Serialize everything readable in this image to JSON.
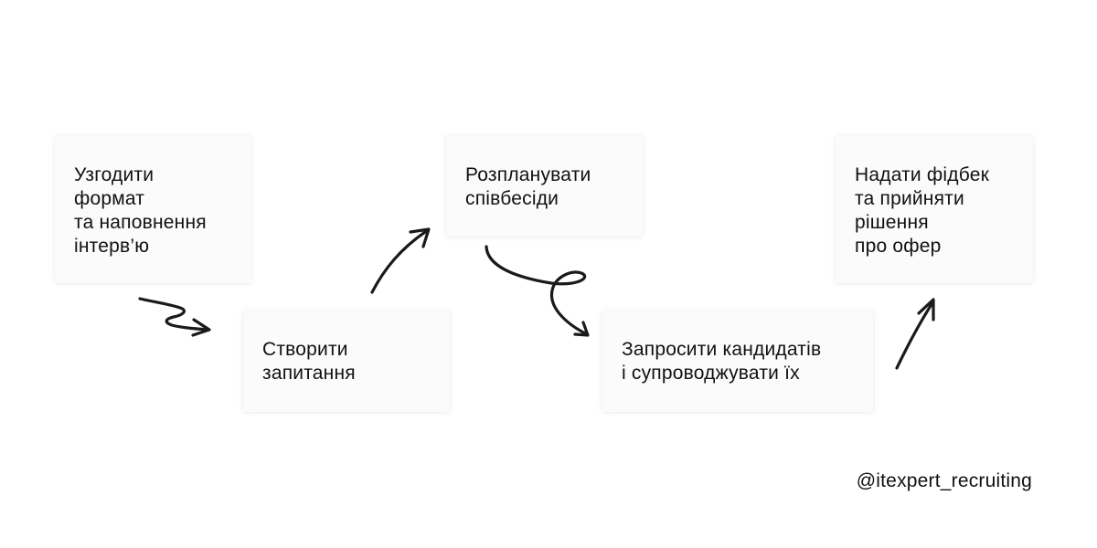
{
  "steps": [
    {
      "id": "s1",
      "text": "Узгодити\nформат\nта наповнення\nінтерв’ю"
    },
    {
      "id": "s2",
      "text": "Створити\nзапитання"
    },
    {
      "id": "s3",
      "text": "Розпланувати\nспівбесіди"
    },
    {
      "id": "s4",
      "text": "Запросити кандидатів\nі супроводжувати їх"
    },
    {
      "id": "s5",
      "text": "Надати фідбек\nта прийняти\nрішення\nпро офер"
    }
  ],
  "footer": {
    "handle": "@itexpert_recruiting"
  },
  "colors": {
    "card_background": "#fbfbfb",
    "text": "#111111",
    "arrow": "#1a1a1a"
  }
}
